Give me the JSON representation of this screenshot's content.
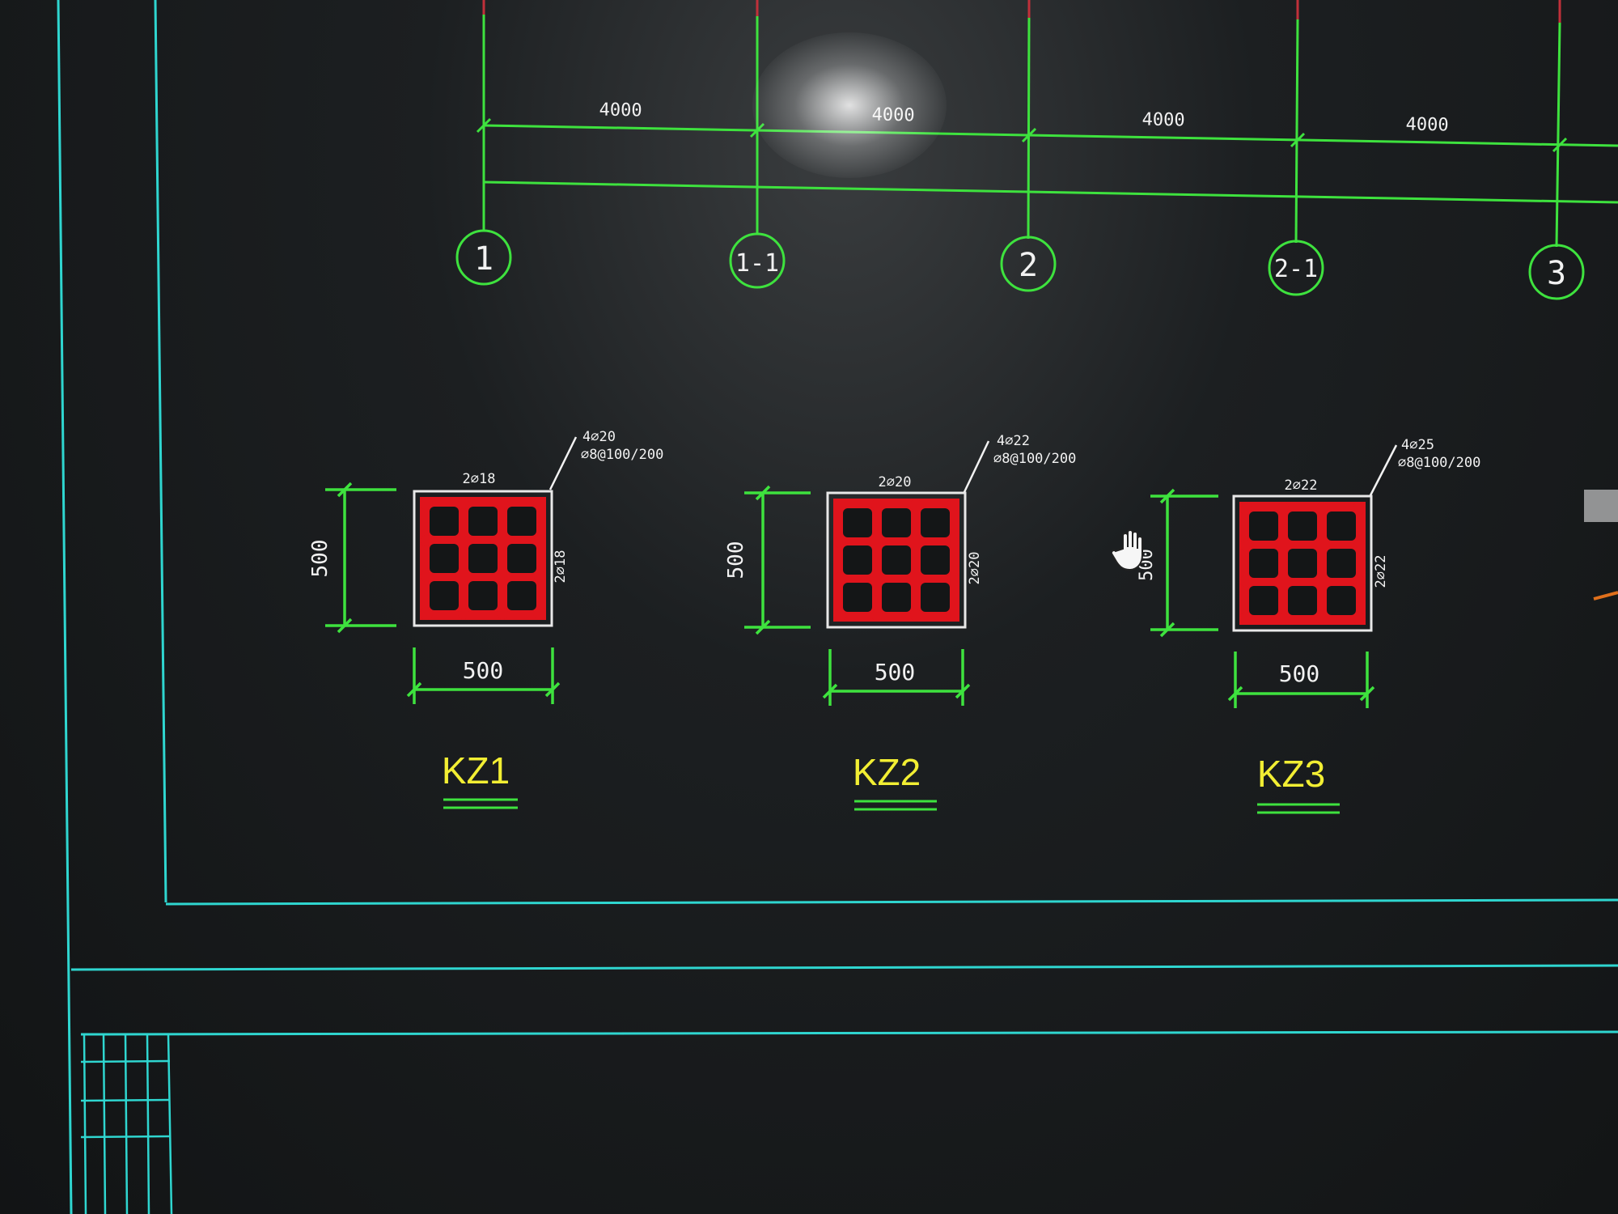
{
  "colors": {
    "background": "#141617",
    "frame": "#2fd6d0",
    "grid_line": "#3ee23e",
    "axis_extension": "#c0303a",
    "column_fill": "#e0141c",
    "column_outline": "#e8e8e8",
    "text_white": "#f2f2f2",
    "column_label": "#f2ee33"
  },
  "grid": {
    "dimensions": [
      "4000",
      "4000",
      "4000",
      "4000"
    ],
    "axes": [
      "1",
      "1-1",
      "2",
      "2-1",
      "3"
    ]
  },
  "columns": [
    {
      "name": "KZ1",
      "width_dim": "500",
      "height_dim": "500",
      "corner_rebar": "4⌀20",
      "stirrup": "⌀8@100/200",
      "top_rebar": "2⌀18",
      "side_rebar": "2⌀18"
    },
    {
      "name": "KZ2",
      "width_dim": "500",
      "height_dim": "500",
      "corner_rebar": "4⌀22",
      "stirrup": "⌀8@100/200",
      "top_rebar": "2⌀20",
      "side_rebar": "2⌀20"
    },
    {
      "name": "KZ3",
      "width_dim": "500",
      "height_dim": "500",
      "corner_rebar": "4⌀25",
      "stirrup": "⌀8@100/200",
      "top_rebar": "2⌀22",
      "side_rebar": "2⌀22"
    }
  ],
  "cursor": {
    "icon": "hand-pan-icon"
  }
}
